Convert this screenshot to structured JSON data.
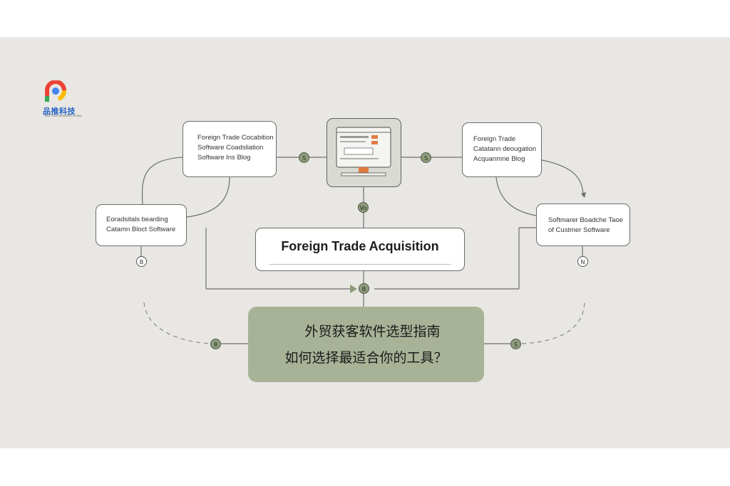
{
  "logo": {
    "name": "品推科技",
    "tagline": "TAKE YOUR BUSINESS GLOBAL",
    "colors": [
      "#ea4335",
      "#fbbc05",
      "#34a853",
      "#4285f4"
    ]
  },
  "boxes": {
    "top_left": {
      "lines": [
        "Foreign Trade Cocabition",
        "Software Coadsliation",
        "Software Ins Blog"
      ]
    },
    "top_right": {
      "lines": [
        "Foreign Trade",
        "Catatann deougation",
        "Acquanmne Blog"
      ]
    },
    "mid_left": {
      "lines": [
        "Eoradsitals bearding",
        "Catamn Bloct Software"
      ]
    },
    "mid_right": {
      "lines": [
        "Softmarer Boadche Taoe",
        "of Custmer Software"
      ]
    }
  },
  "title": "Foreign Trade Acquisition",
  "main": {
    "line1": "外贸获客软件选型指南",
    "line2": "如何选择最适合你的工具？"
  },
  "nodes": {
    "n_left_top": "S",
    "n_right_top": "S",
    "n_monitor_bottom": "Vo",
    "n_mid_left": "B",
    "n_mid_right": "N",
    "n_center": "B",
    "n_bottom_left": "8",
    "n_bottom_right": "S"
  },
  "colors": {
    "background": "#e8e7e3",
    "accent_green": "#a8b296",
    "node_green": "#8e9c7d",
    "accent_orange": "#e07a3f",
    "line": "#6e6e6e"
  }
}
